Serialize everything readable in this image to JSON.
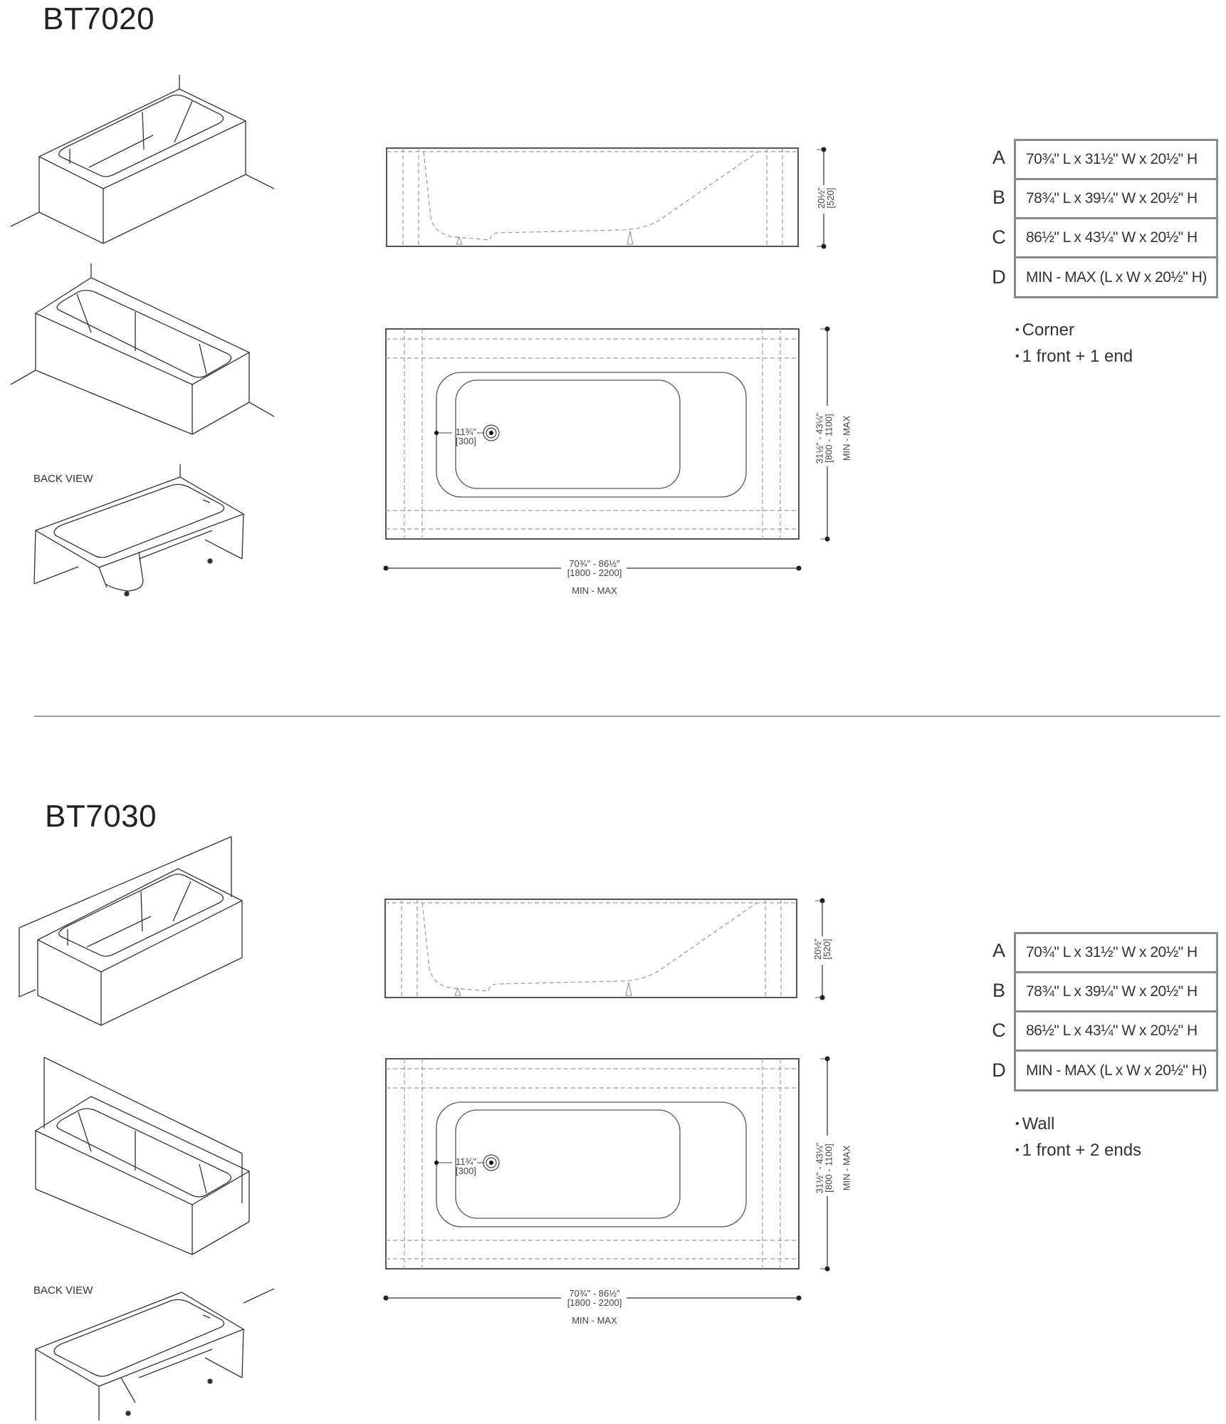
{
  "sections": [
    {
      "model": "BT7020",
      "back_view_label": "BACK VIEW",
      "side_elevation": {
        "height_dim_in": "20½\"",
        "height_dim_mm": "[520]"
      },
      "plan_view": {
        "drain_offset_in": "11¾\"",
        "drain_offset_mm": "[300]",
        "width_dim_in": "31½\" - 43¼\"",
        "width_dim_mm": "[800 - 1100]",
        "width_dim_note": "MIN - MAX",
        "length_dim_in": "70¾\" - 86½\"",
        "length_dim_mm": "[1800 - 2200]",
        "length_dim_note": "MIN - MAX"
      },
      "sizes": [
        {
          "letter": "A",
          "text": "70¾\" L x 31½\" W x 20½\" H"
        },
        {
          "letter": "B",
          "text": "78¾\" L x 39¼\" W x 20½\" H"
        },
        {
          "letter": "C",
          "text": "86½\" L x 43¼\" W x 20½\" H"
        },
        {
          "letter": "D",
          "text": "MIN - MAX (L x W x 20½\" H)"
        }
      ],
      "features": [
        "Corner",
        "1 front + 1 end"
      ]
    },
    {
      "model": "BT7030",
      "back_view_label": "BACK VIEW",
      "side_elevation": {
        "height_dim_in": "20½\"",
        "height_dim_mm": "[520]"
      },
      "plan_view": {
        "drain_offset_in": "11¾\"",
        "drain_offset_mm": "[300]",
        "width_dim_in": "31½\" - 43¼\"",
        "width_dim_mm": "[800 - 1100]",
        "width_dim_note": "MIN - MAX",
        "length_dim_in": "70¾\" - 86½\"",
        "length_dim_mm": "[1800 - 2200]",
        "length_dim_note": "MIN - MAX"
      },
      "sizes": [
        {
          "letter": "A",
          "text": "70¾\" L x 31½\" W x 20½\" H"
        },
        {
          "letter": "B",
          "text": "78¾\" L x 39¼\" W x 20½\" H"
        },
        {
          "letter": "C",
          "text": "86½\" L x 43¼\" W x 20½\" H"
        },
        {
          "letter": "D",
          "text": "MIN - MAX (L x W x 20½\" H)"
        }
      ],
      "features": [
        "Wall",
        "1 front + 2 ends"
      ]
    }
  ],
  "colors": {
    "line": "#333333",
    "dashed": "#9a9a9a",
    "table_border": "#8a8a8a",
    "divider": "#9a9a9a"
  }
}
